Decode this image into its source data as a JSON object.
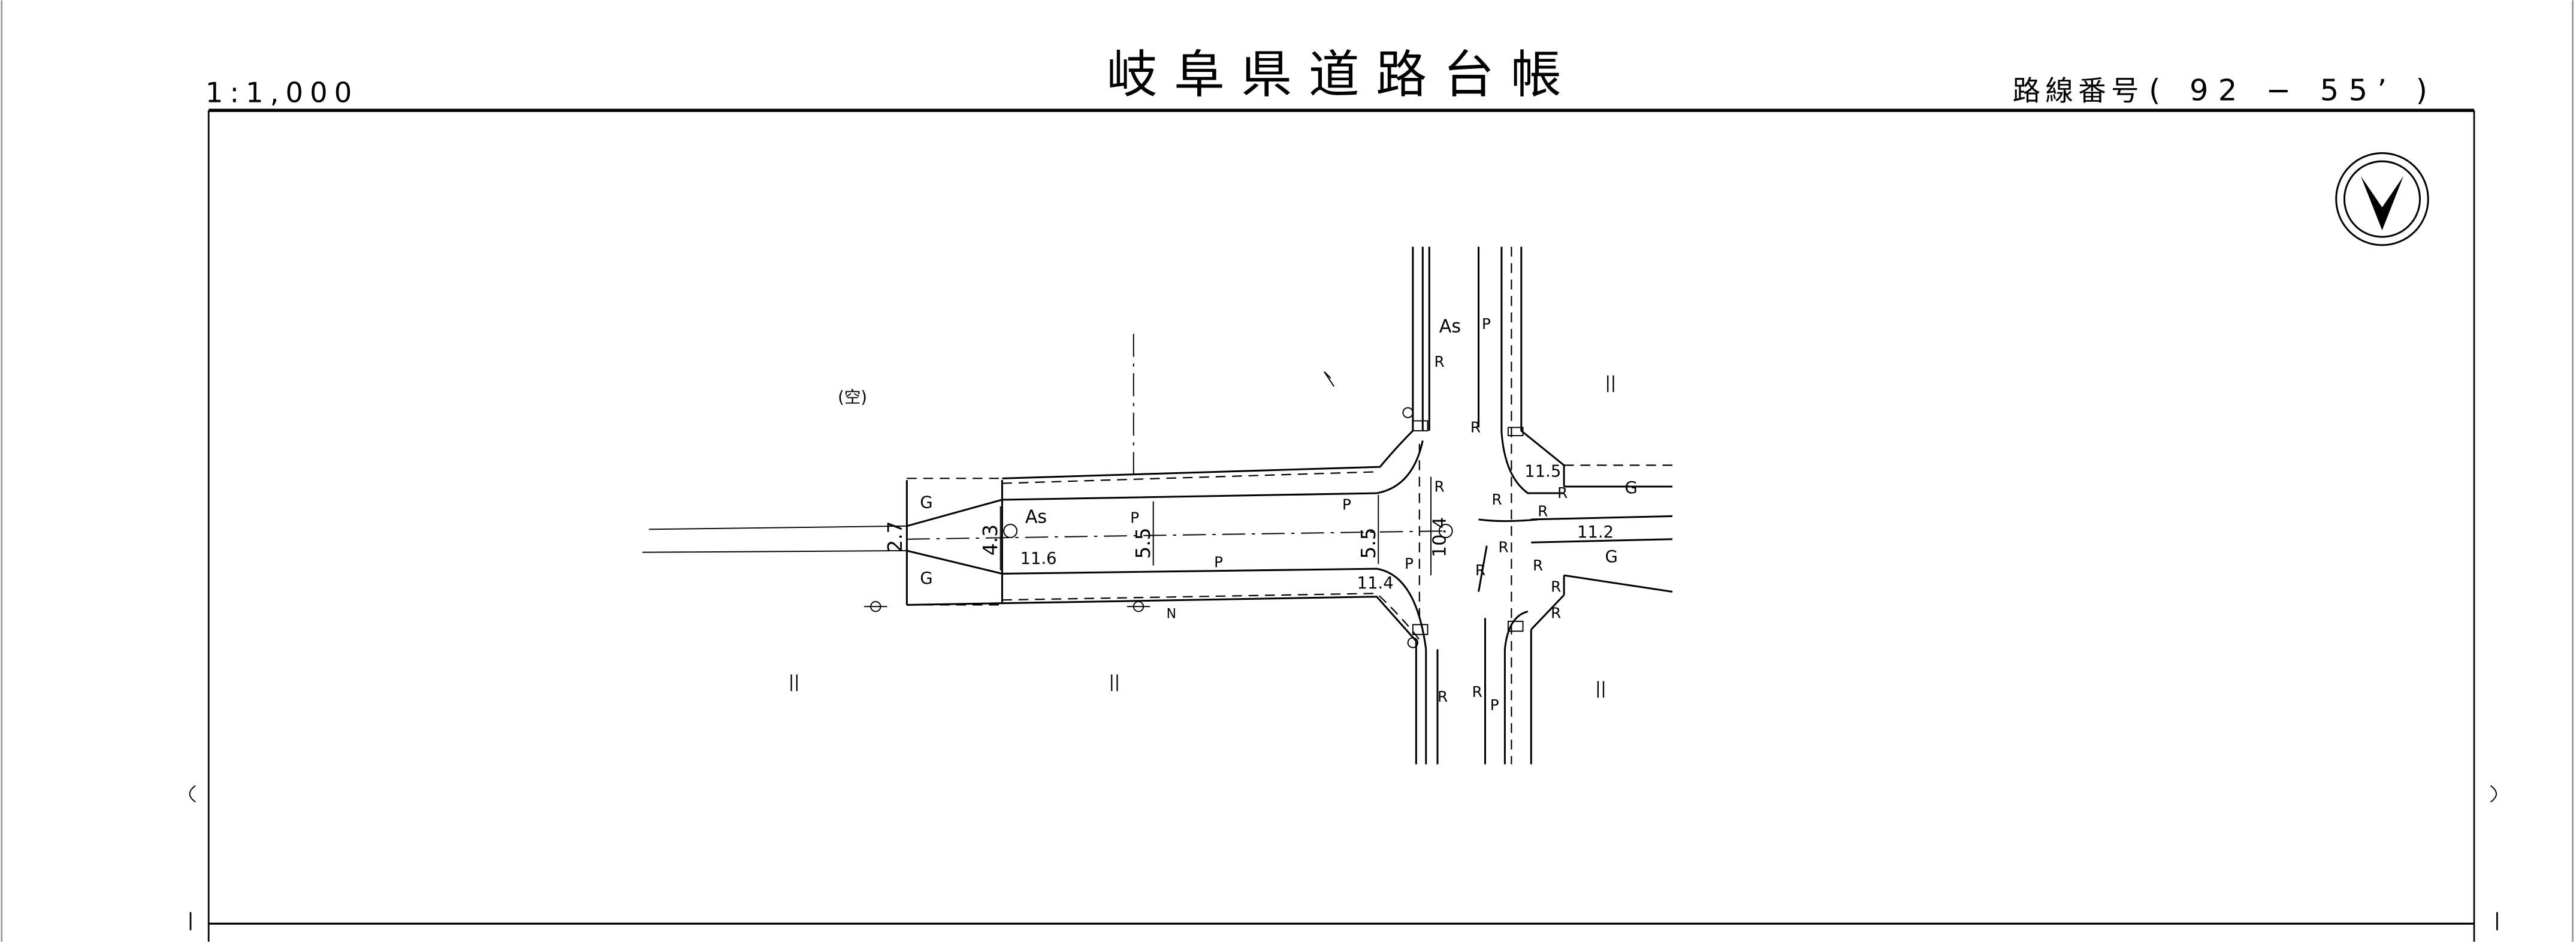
{
  "header": {
    "scale": "1:1,000",
    "title": "岐阜県道路台帳",
    "route_label": "路線番号",
    "route_number": "( 92 − 55’ )"
  },
  "north_arrow": {
    "icon": "north-arrow-icon"
  },
  "labels": {
    "vacant": "(空)",
    "as_main": "As",
    "as_north": "As",
    "g_nw": "G",
    "g_sw": "G",
    "g_ne": "G",
    "g_se": "G",
    "dim_2_7": "2.7",
    "dim_4_3": "4.3",
    "dim_5_5_a": "5.5",
    "dim_5_5_b": "5.5",
    "dim_10_4": "10.4",
    "dim_11_6": "11.6",
    "dim_11_4": "11.4",
    "dim_11_5": "11.5",
    "dim_11_2": "11.2",
    "p1": "P",
    "p2": "P",
    "p3": "P",
    "p4": "P",
    "p5": "P",
    "p6": "P",
    "r1": "R",
    "r2": "R",
    "r3": "R",
    "r4": "R",
    "r5": "R",
    "r6": "R",
    "r7": "R",
    "r8": "R",
    "r9": "R",
    "r10": "R",
    "r11": "R",
    "r12": "R",
    "r13": "R",
    "n": "N",
    "paddy1": "||",
    "paddy2": "||",
    "paddy3": "||",
    "paddy4": "||"
  }
}
